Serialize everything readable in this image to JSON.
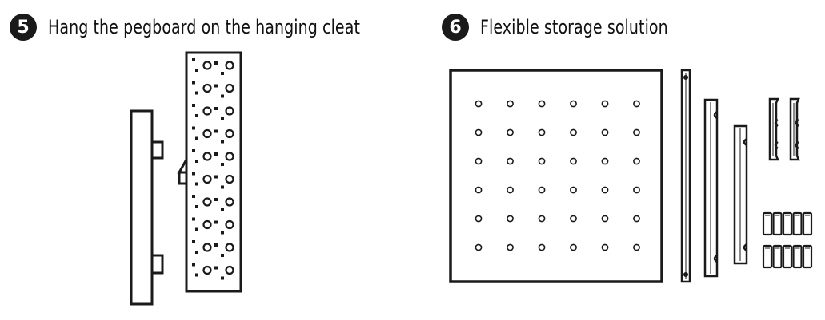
{
  "steps": [
    {
      "number": "5",
      "title": "Hang the pegboard on the hanging cleat"
    },
    {
      "number": "6",
      "title": "Flexible storage solution"
    }
  ],
  "colors": {
    "ink": "#1a1a1a",
    "background": "#ffffff"
  },
  "illustrations": {
    "step5": [
      "wall-cleat-profile",
      "pegboard-side-view"
    ],
    "step6": [
      "pegboard-front-view",
      "long-rail",
      "medium-rail",
      "short-rail",
      "shelf-brackets",
      "peg-hooks"
    ]
  }
}
